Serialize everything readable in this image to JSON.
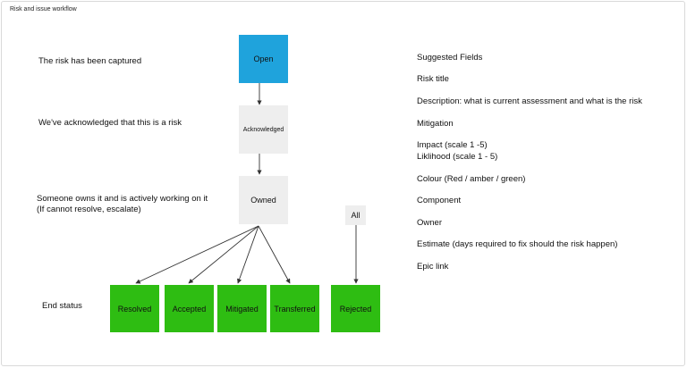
{
  "frame": {
    "title": "Risk and issue workflow"
  },
  "stages": [
    {
      "description": [
        "The risk has been captured"
      ],
      "status": "Open",
      "color": "#1fa3dc"
    },
    {
      "description": [
        "We've acknowledged that this is a risk"
      ],
      "status": "Acknowledged",
      "color": "#eeeeee"
    },
    {
      "description": [
        "Someone owns it and is actively working on it",
        "(If cannot resolve, escalate)"
      ],
      "status": "Owned",
      "color": "#eeeeee"
    }
  ],
  "end": {
    "label": "End status",
    "statuses": [
      "Resolved",
      "Accepted",
      "Mitigated",
      "Transferred",
      "Rejected"
    ],
    "color": "#2ebd12"
  },
  "all_node": "All",
  "fields": {
    "heading": "Suggested Fields",
    "items": [
      "Risk title",
      "Description: what is current assessment and what is the risk",
      "Mitigation",
      "Impact (scale 1 -5)",
      "Liklihood (scale 1 - 5)",
      "Colour (Red / amber / green)",
      "Component",
      "Owner",
      "Estimate (days required to fix should the risk happen)",
      "Epic link"
    ]
  }
}
